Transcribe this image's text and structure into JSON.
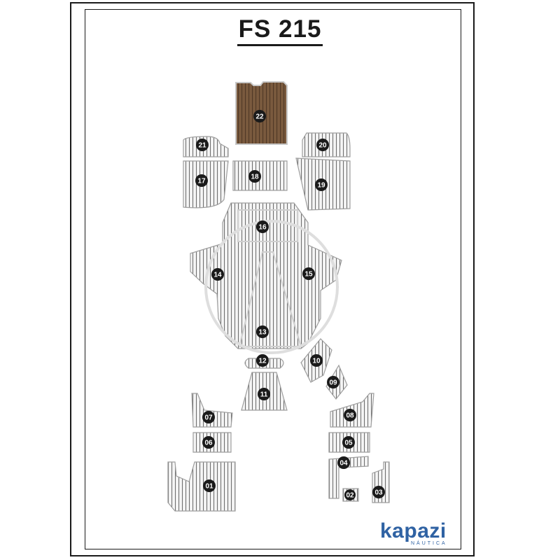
{
  "title": "FS 215",
  "pieces": [
    {
      "id": "22",
      "label": "22"
    },
    {
      "id": "21",
      "label": "21"
    },
    {
      "id": "20",
      "label": "20"
    },
    {
      "id": "17",
      "label": "17"
    },
    {
      "id": "18",
      "label": "18"
    },
    {
      "id": "19",
      "label": "19"
    },
    {
      "id": "16",
      "label": "16"
    },
    {
      "id": "14",
      "label": "14"
    },
    {
      "id": "15",
      "label": "15"
    },
    {
      "id": "13",
      "label": "13"
    },
    {
      "id": "12",
      "label": "12"
    },
    {
      "id": "11",
      "label": "11"
    },
    {
      "id": "10",
      "label": "10"
    },
    {
      "id": "09",
      "label": "09"
    },
    {
      "id": "08",
      "label": "08"
    },
    {
      "id": "07",
      "label": "07"
    },
    {
      "id": "06",
      "label": "06"
    },
    {
      "id": "05",
      "label": "05"
    },
    {
      "id": "04",
      "label": "04"
    },
    {
      "id": "03",
      "label": "03"
    },
    {
      "id": "02",
      "label": "02"
    },
    {
      "id": "01",
      "label": "01"
    }
  ],
  "logo": {
    "word": "kapazi",
    "sub": "NÁUTICA"
  },
  "colors": {
    "highlight_piece": "#7a5a3e",
    "panel_fill": "#f4f4f4",
    "stripe": "#555555",
    "outline": "#bdbdbd",
    "badge": "#1a1a1a",
    "logo": "#2f62a3"
  }
}
